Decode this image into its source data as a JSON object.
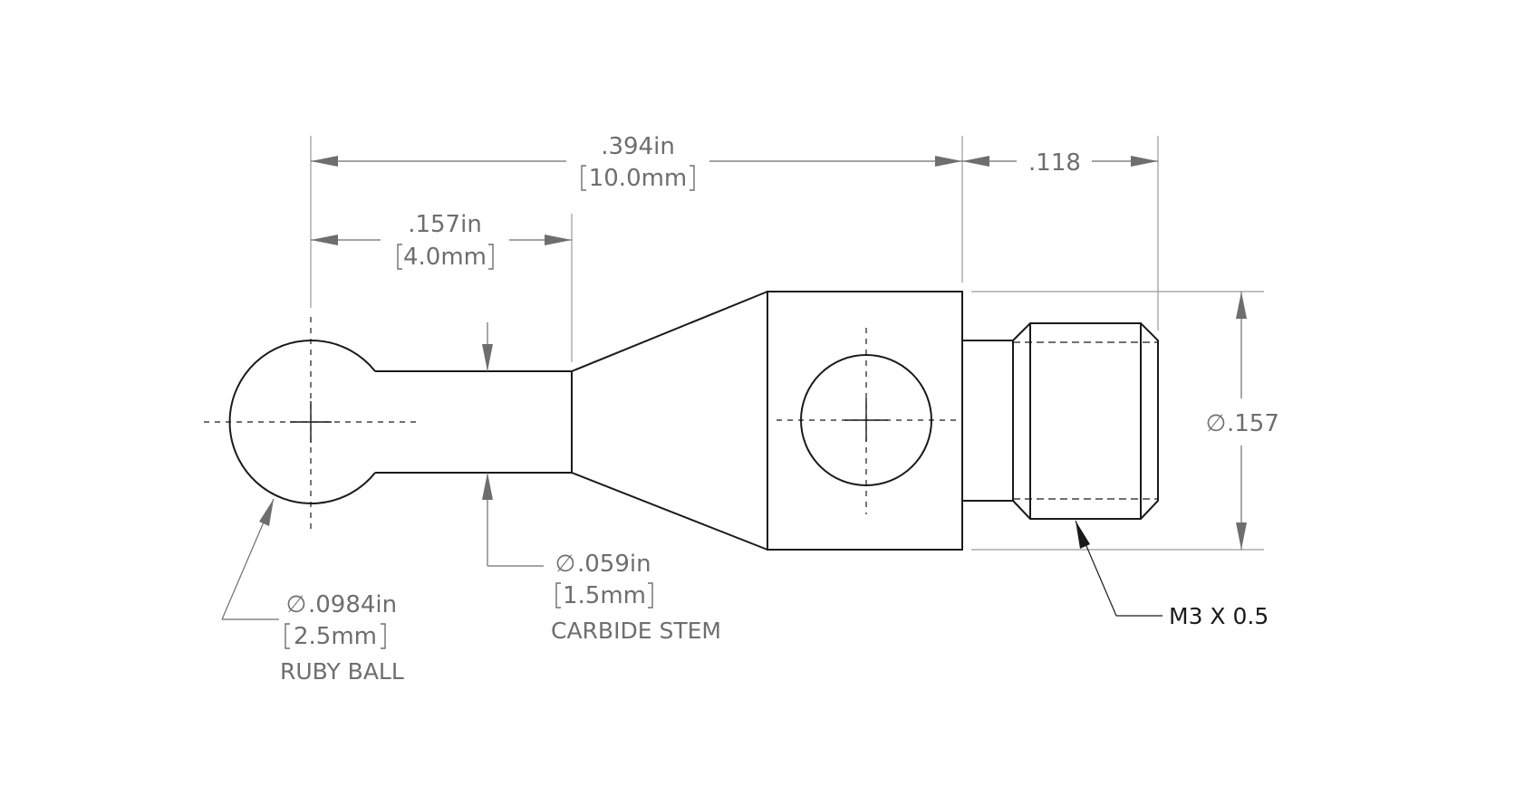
{
  "dimensions": {
    "overall_length": {
      "inch": ".394in",
      "metric": "10.0mm"
    },
    "thread_length": {
      "inch": ".118"
    },
    "ball_to_stem_end": {
      "inch": ".157in",
      "metric": "4.0mm"
    },
    "body_diameter": {
      "symbol": "∅",
      "inch": ".157"
    }
  },
  "callouts": {
    "ruby_ball": {
      "symbol": "∅",
      "inch": ".0984in",
      "metric": "2.5mm",
      "label": "RUBY BALL"
    },
    "carbide_stem": {
      "symbol": "∅",
      "inch": ".059in",
      "metric": "1.5mm",
      "label": "CARBIDE STEM"
    },
    "thread": {
      "label": "M3 X 0.5"
    }
  }
}
